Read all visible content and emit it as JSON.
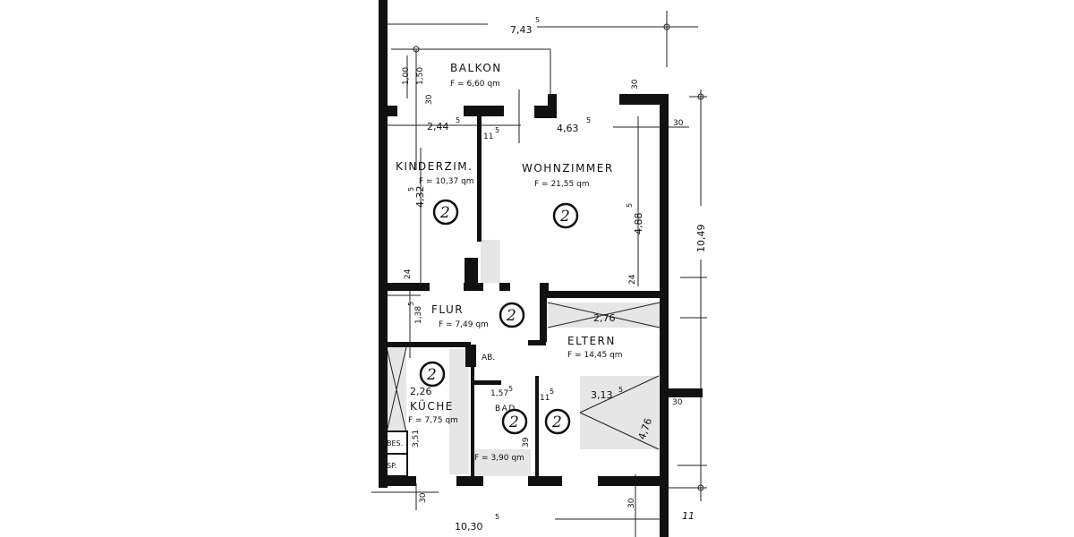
{
  "rooms": {
    "balkon": {
      "name": "BALKON",
      "area": "F = 6,60 qm"
    },
    "kinderzimmer": {
      "name": "KINDERZIM.",
      "area": "F = 10,37 qm"
    },
    "wohnzimmer": {
      "name": "WOHNZIMMER",
      "area": "F = 21,55 qm"
    },
    "flur": {
      "name": "FLUR",
      "area": "F = 7,49 qm"
    },
    "eltern": {
      "name": "ELTERN",
      "area": "F = 14,45 qm"
    },
    "kueche": {
      "name": "KÜCHE",
      "area": "F = 7,75 qm"
    },
    "bad": {
      "name": "BAD",
      "area": "F = 3,90 qm"
    },
    "abstellraum": {
      "name": "AB."
    },
    "besenkammer": {
      "name": "BES."
    },
    "speisekammer": {
      "name": "SP."
    }
  },
  "room_marker": "2",
  "dimensions": {
    "top_width": "7,43",
    "top_width_sup": "5",
    "balkon_h1": "1,00",
    "balkon_h2": "1,50",
    "wall_30_a": "30",
    "kinder_width": "2,44",
    "kinder_width_sup": "5",
    "partition": "11",
    "partition_sup": "5",
    "wohn_width": "4,63",
    "wohn_width_sup": "5",
    "wall_30_top": "30",
    "wall_30_right": "30",
    "kinder_depth": "4,32",
    "kinder_depth_sup": "5",
    "wohn_depth": "4,88",
    "wohn_depth_sup": "5",
    "total_depth": "10,49",
    "wall_24_left": "24",
    "wall_24_right": "24",
    "flur_depth": "1,38",
    "flur_depth_sup": "5",
    "closet_width": "2,76",
    "kueche_width": "2,26",
    "bad_width": "1,57",
    "bad_width_sup": "5",
    "eltern_partition": "11",
    "eltern_partition_sup": "5",
    "eltern_width": "3,13",
    "eltern_width_sup": "5",
    "eltern_depth": "4,76",
    "kueche_depth": "3,51",
    "bad_depth": "39",
    "wall_30_mid": "30",
    "wall_30_bottom_left": "30",
    "wall_30_bottom_right": "30",
    "bottom_width": "10,30",
    "bottom_width_sup": "5",
    "corner_mark": "11"
  }
}
